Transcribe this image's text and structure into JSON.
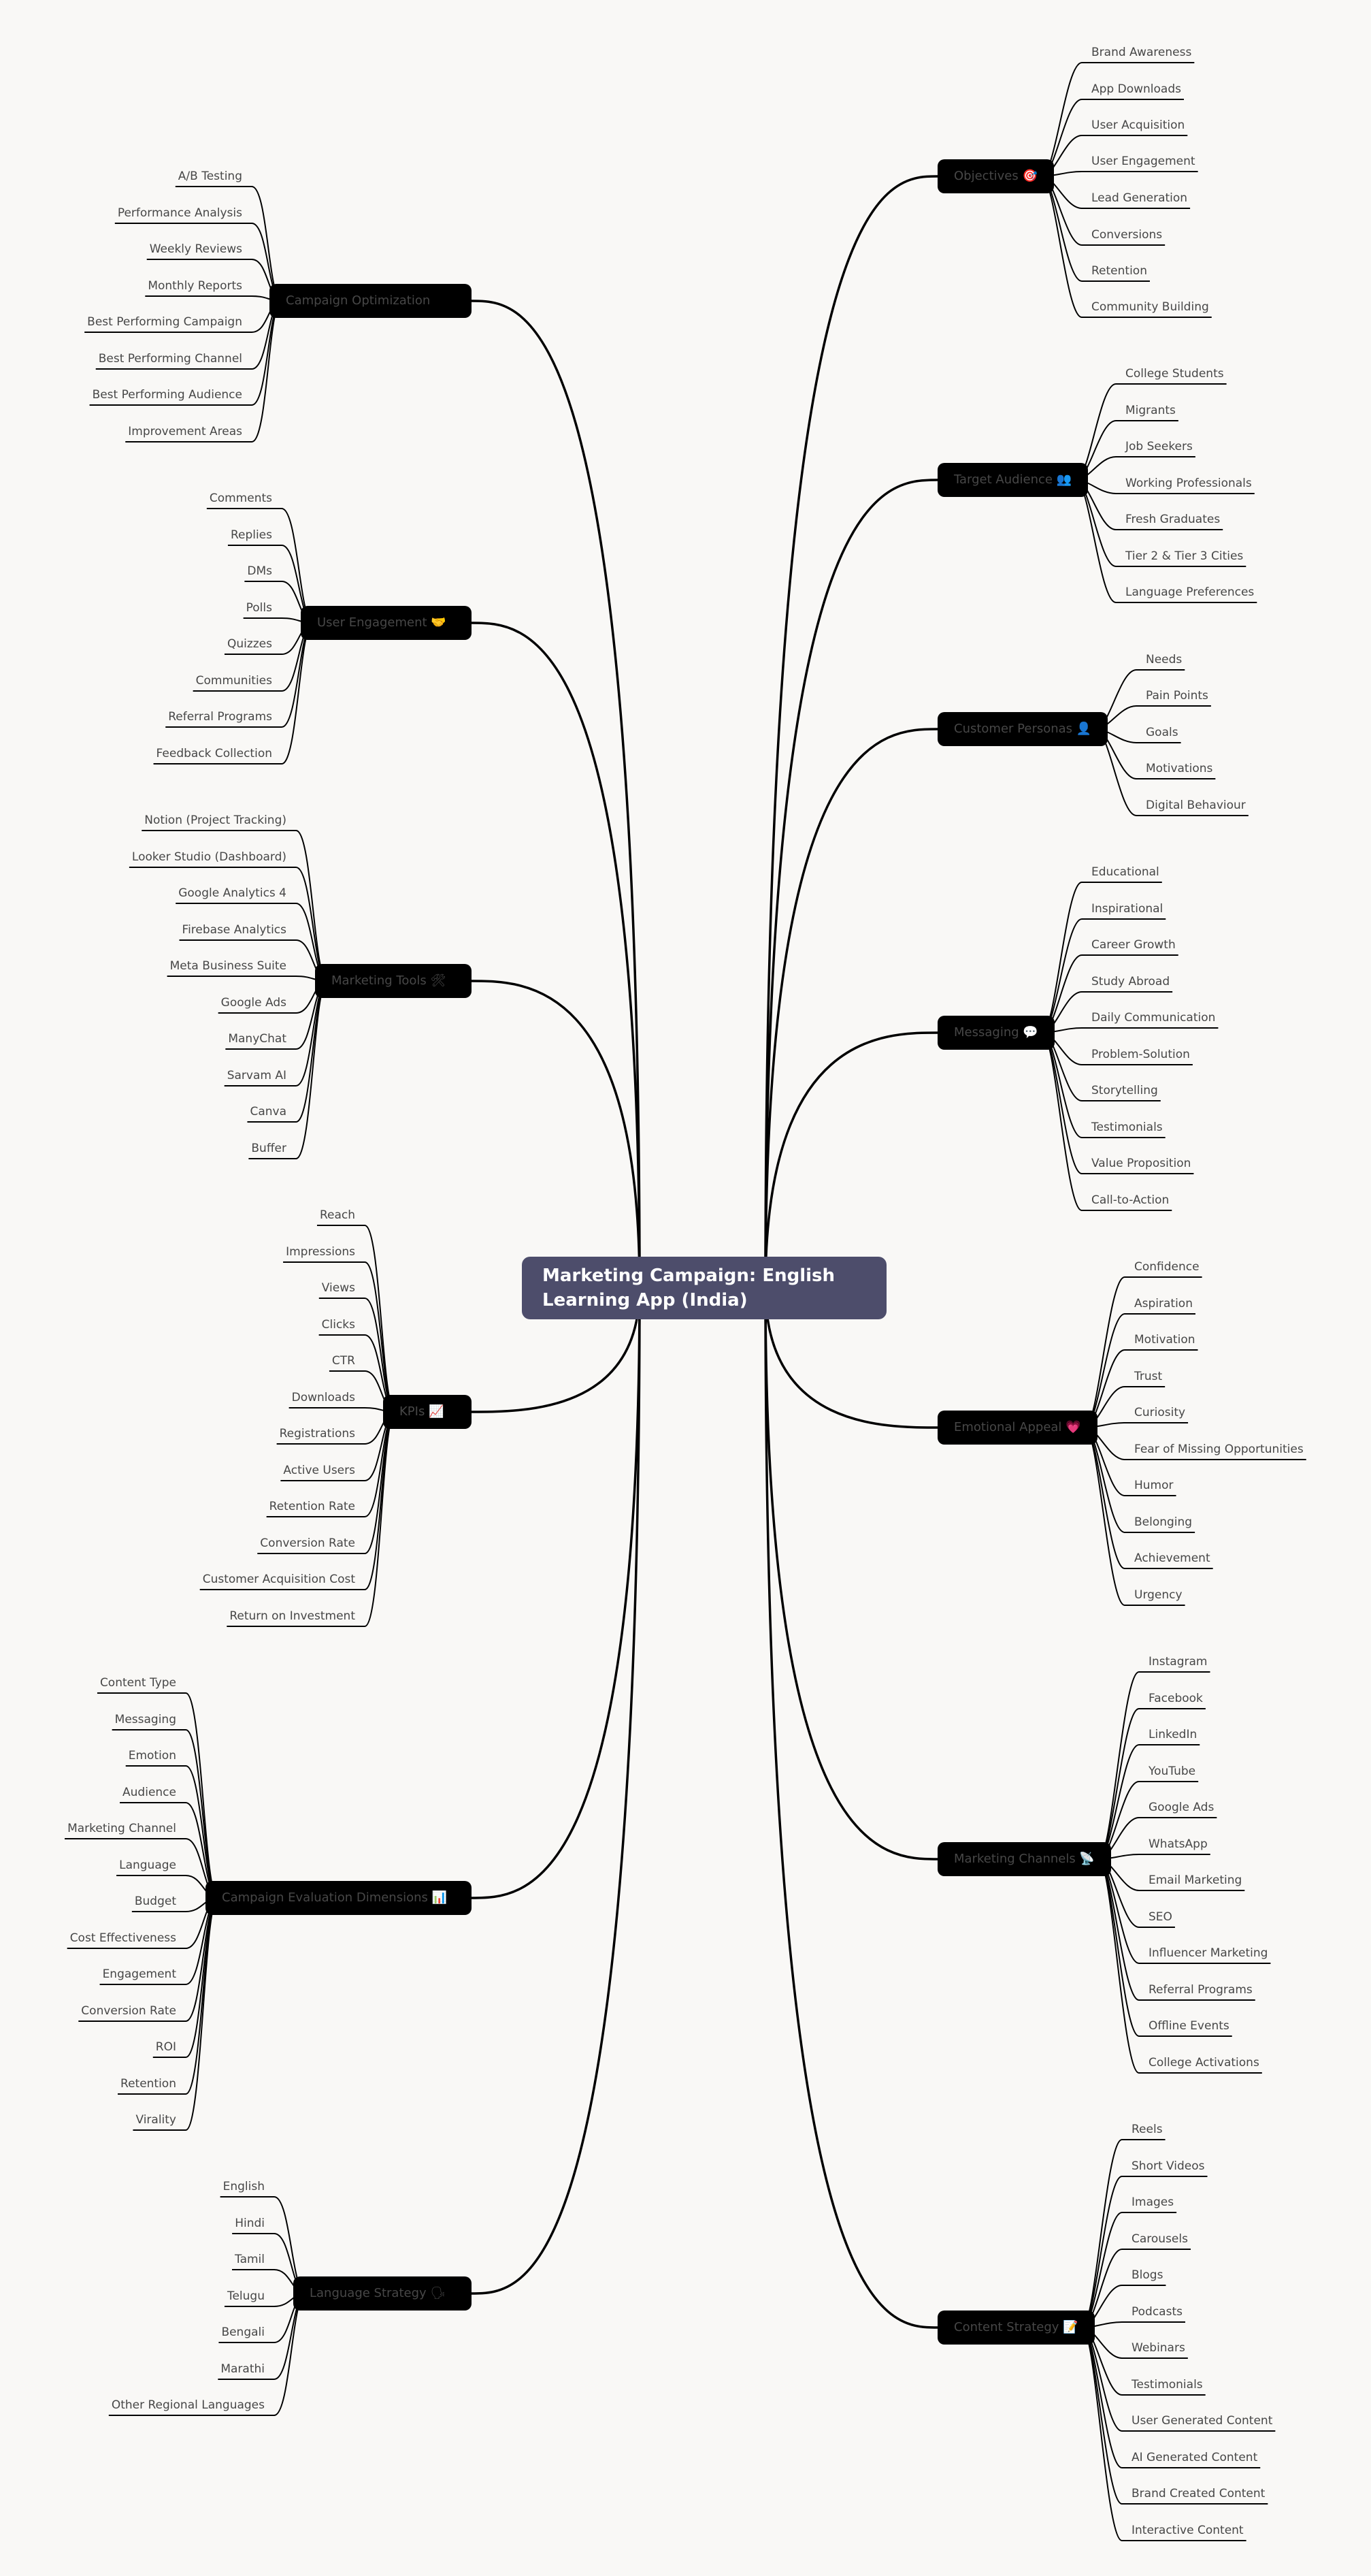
{
  "root": "Marketing Campaign: English Learning App (India)",
  "branches_right": [
    {
      "label": "Objectives 🎯",
      "children": [
        "Brand Awareness",
        "App Downloads",
        "User Acquisition",
        "User Engagement",
        "Lead Generation",
        "Conversions",
        "Retention",
        "Community Building"
      ]
    },
    {
      "label": "Target Audience 👥",
      "children": [
        "College Students",
        "Migrants",
        "Job Seekers",
        "Working Professionals",
        "Fresh Graduates",
        "Tier 2 & Tier 3 Cities",
        "Language Preferences"
      ]
    },
    {
      "label": "Customer Personas 👤",
      "children": [
        "Needs",
        "Pain Points",
        "Goals",
        "Motivations",
        "Digital Behaviour"
      ]
    },
    {
      "label": "Messaging 💬",
      "children": [
        "Educational",
        "Inspirational",
        "Career Growth",
        "Study Abroad",
        "Daily Communication",
        "Problem-Solution",
        "Storytelling",
        "Testimonials",
        "Value Proposition",
        "Call-to-Action"
      ]
    },
    {
      "label": "Emotional Appeal 💗",
      "children": [
        "Confidence",
        "Aspiration",
        "Motivation",
        "Trust",
        "Curiosity",
        "Fear of Missing Opportunities",
        "Humor",
        "Belonging",
        "Achievement",
        "Urgency"
      ]
    },
    {
      "label": "Marketing Channels 📡",
      "children": [
        "Instagram",
        "Facebook",
        "LinkedIn",
        "YouTube",
        "Google Ads",
        "WhatsApp",
        "Email Marketing",
        "SEO",
        "Influencer Marketing",
        "Referral Programs",
        "Offline Events",
        "College Activations"
      ]
    },
    {
      "label": "Content Strategy 📝",
      "children": [
        "Reels",
        "Short Videos",
        "Images",
        "Carousels",
        "Blogs",
        "Podcasts",
        "Webinars",
        "Testimonials",
        "User Generated Content",
        "AI Generated Content",
        "Brand Created Content",
        "Interactive Content"
      ]
    }
  ],
  "branches_left": [
    {
      "label": "Campaign Optimization",
      "children": [
        "A/B Testing",
        "Performance Analysis",
        "Weekly Reviews",
        "Monthly Reports",
        "Best Performing Campaign",
        "Best Performing Channel",
        "Best Performing Audience",
        "Improvement Areas"
      ]
    },
    {
      "label": "User Engagement 🤝",
      "children": [
        "Comments",
        "Replies",
        "DMs",
        "Polls",
        "Quizzes",
        "Communities",
        "Referral Programs",
        "Feedback Collection"
      ]
    },
    {
      "label": "Marketing Tools 🛠",
      "children": [
        "Notion (Project Tracking)",
        "Looker Studio (Dashboard)",
        "Google Analytics 4",
        "Firebase Analytics",
        "Meta Business Suite",
        "Google Ads",
        "ManyChat",
        "Sarvam AI",
        "Canva",
        "Buffer"
      ]
    },
    {
      "label": "KPIs 📈",
      "children": [
        "Reach",
        "Impressions",
        "Views",
        "Clicks",
        "CTR",
        "Downloads",
        "Registrations",
        "Active Users",
        "Retention Rate",
        "Conversion Rate",
        "Customer Acquisition Cost",
        "Return on Investment"
      ]
    },
    {
      "label": "Campaign Evaluation Dimensions 📊",
      "children": [
        "Content Type",
        "Messaging",
        "Emotion",
        "Audience",
        "Marketing Channel",
        "Language",
        "Budget",
        "Cost Effectiveness",
        "Engagement",
        "Conversion Rate",
        "ROI",
        "Retention",
        "Virality"
      ]
    },
    {
      "label": "Language Strategy 🗣",
      "children": [
        "English",
        "Hindi",
        "Tamil",
        "Telugu",
        "Bengali",
        "Marathi",
        "Other Regional Languages"
      ]
    }
  ]
}
